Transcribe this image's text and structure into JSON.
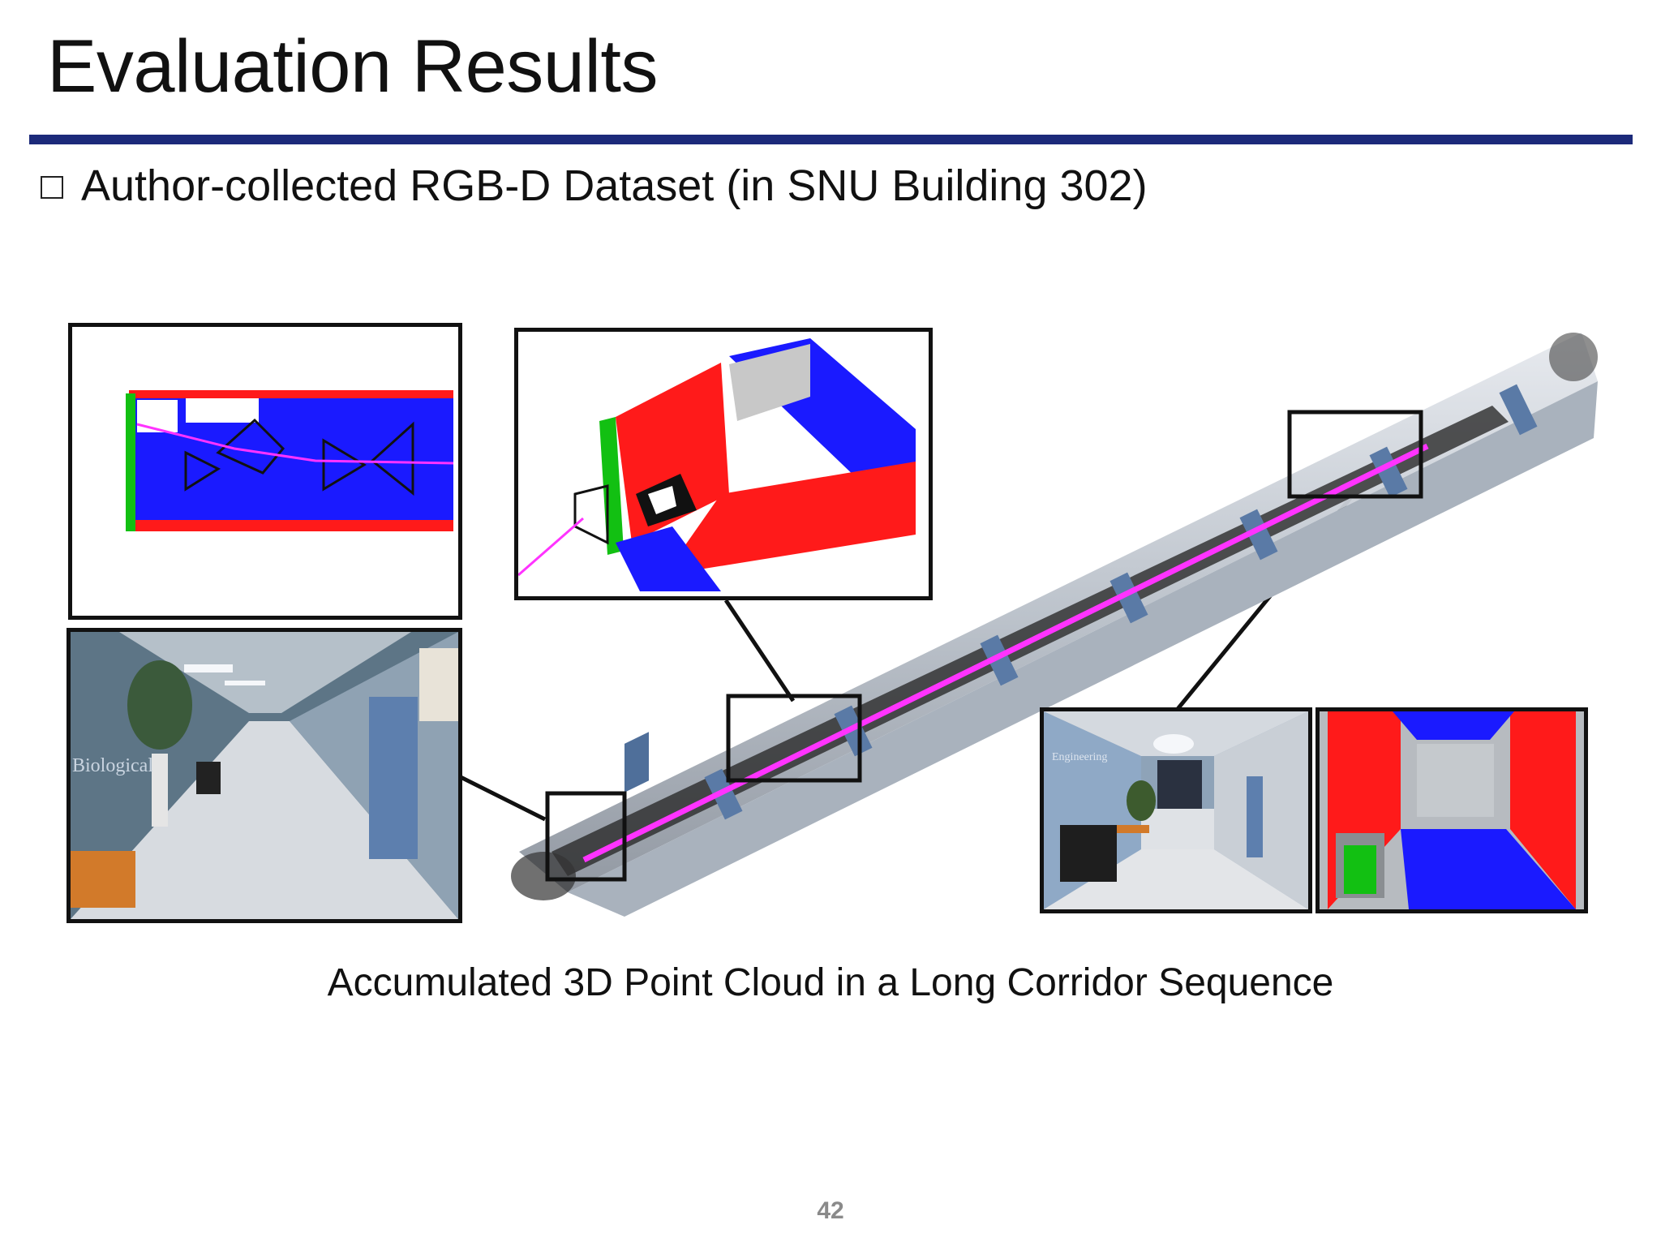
{
  "slide": {
    "title": "Evaluation Results",
    "bullet": "Author-collected RGB-D Dataset (in SNU Building 302)",
    "caption": "Accumulated 3D Point Cloud in a Long Corridor Sequence",
    "page_number": "42"
  },
  "photo_left": {
    "wall_text": "Biological"
  },
  "photo_right": {
    "wall_text": "Engineering"
  },
  "colors": {
    "title_rule": "#1c2a7a",
    "plane_red": "#ff1a1a",
    "plane_blue": "#1a1aff",
    "plane_green": "#12c012",
    "trajectory": "#ff33ff"
  }
}
